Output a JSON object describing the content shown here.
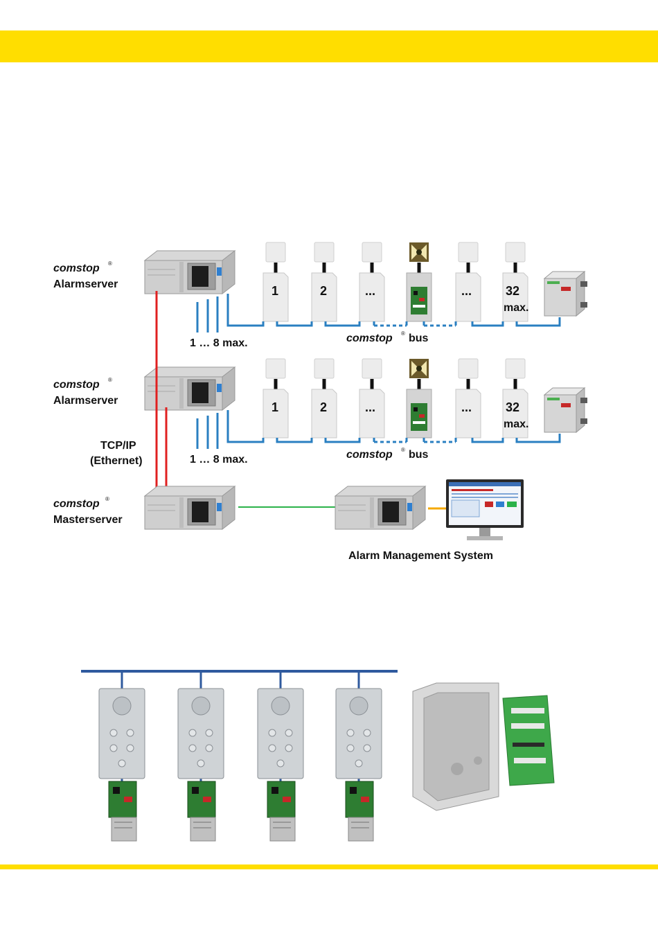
{
  "diagram": {
    "servers": [
      {
        "brand": "comstop",
        "reg": "®",
        "role": "Alarmserver"
      },
      {
        "brand": "comstop",
        "reg": "®",
        "role": "Alarmserver"
      },
      {
        "brand": "comstop",
        "reg": "®",
        "role": "Masterserver"
      }
    ],
    "lines_label": "1 … 8 max.",
    "bus_brand": "comstop",
    "bus_reg": "®",
    "bus_word": "bus",
    "station_labels": [
      "1",
      "2",
      "...",
      "",
      "...",
      "32"
    ],
    "max_label": "max.",
    "network_label_1": "TCP/IP",
    "network_label_2": "(Ethernet)",
    "ams_label": "Alarm Management System"
  },
  "colors": {
    "yellow_band": "#ffde00",
    "bus_blue": "#2a7fc1",
    "network_red": "#e02020",
    "link_green": "#2bb24a",
    "monitor_orange": "#f5a800",
    "rail_blue": "#2f5a9e"
  }
}
